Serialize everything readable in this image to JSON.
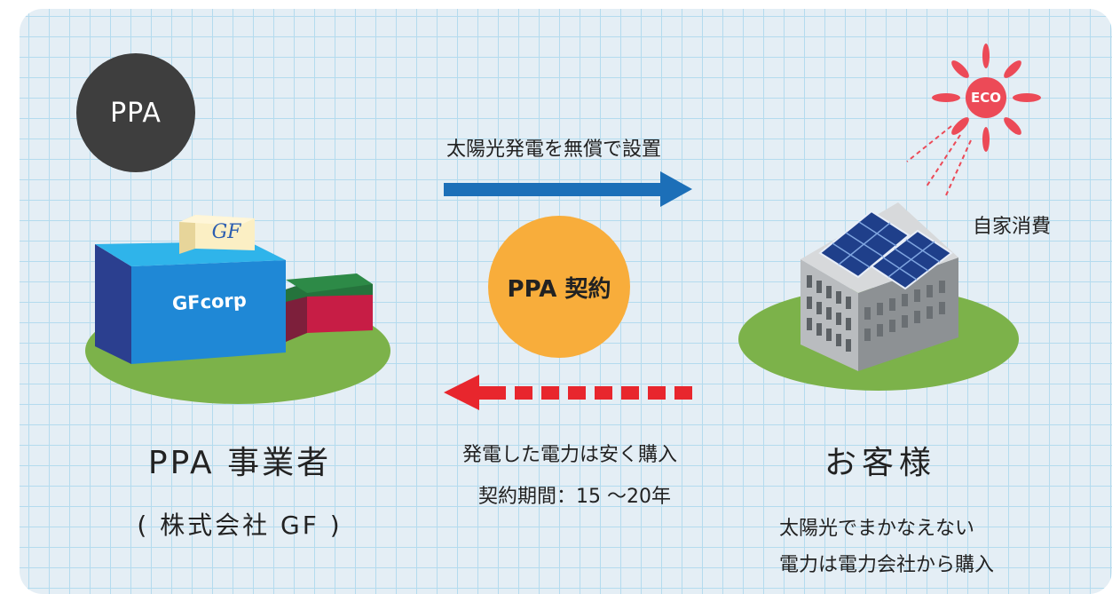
{
  "badge": {
    "label": "PPA"
  },
  "provider": {
    "box_logo": "GF",
    "building_label": "GFcorp",
    "title": "PPA 事業者",
    "subtitle": "( 株式会社 GF )"
  },
  "customer": {
    "title": "お客様",
    "note_line1": "太陽光でまかなえない",
    "note_line2": "電力は電力会社から購入",
    "self_consumption": "自家消費",
    "eco_label": "ECO"
  },
  "arrows": {
    "top_label": "太陽光発電を無償で設置",
    "bottom_label_line1": "発電した電力は安く購入",
    "bottom_label_line2": "契約期間：15 ～20年"
  },
  "contract": {
    "label": "PPA 契約"
  },
  "colors": {
    "background": "#e4eef5",
    "grid": "#b4dbee",
    "badge": "#3e3e3e",
    "contract": "#f8ad3b",
    "arrow_blue": "#1c6fb8",
    "arrow_red": "#e8262d",
    "ground": "#7cb24a",
    "sun": "#ec4a57"
  }
}
